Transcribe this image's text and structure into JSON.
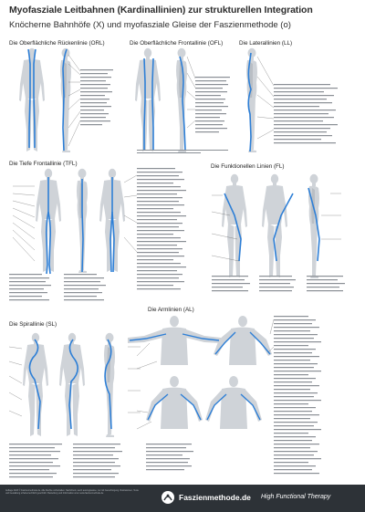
{
  "header": {
    "title": "Myofasziale Leitbahnen (Kardinallinien) zur strukturellen Integration",
    "subtitle": "Knöcherne Bahnhöfe (X) und myofasziale Gleise der Faszienmethode (o)"
  },
  "sections": {
    "orl": "Die Oberflächliche Rückenlinie (ORL)",
    "ofl": "Die Oberflächliche Frontallinie (OFL)",
    "ll": "Die Laterallinien (LL)",
    "tfl": "Die Tiefe Frontallinie (TFL)",
    "fl": "Die Funktionellen Linien (FL)",
    "sl": "Die Spirallinie (SL)",
    "al": "Die Armlinien (AL)"
  },
  "footer": {
    "legal": "Auflage 2023 © Faszienmethode.de. Alle Rechte vorbehalten. Nachdruck, auch auszugsweise, nur mit Genehmigung. Illustrationen, Texte und Gestaltung urheberrechtlich geschützt. Bestellung und Information unter www.faszienmethode.de",
    "brand": "Faszienmethode.de",
    "tagline": "High Functional Therapy"
  },
  "colors": {
    "line_blue": "#2e7fd6",
    "body_gray": "#cfd3d8",
    "footer_bg": "#2d3237"
  }
}
